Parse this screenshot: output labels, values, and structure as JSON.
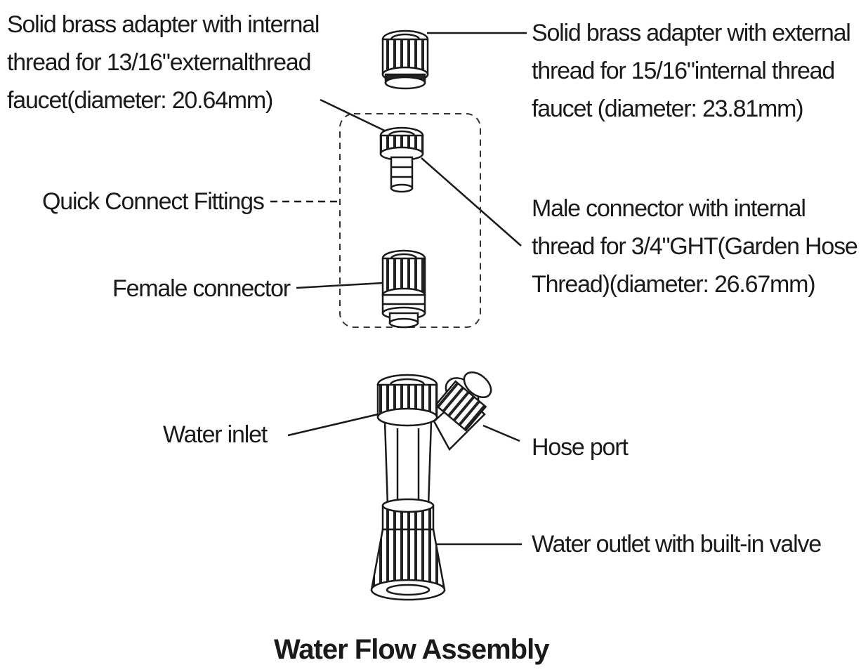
{
  "labels": {
    "internal_adapter": [
      "Solid brass adapter with internal",
      "thread for 13/16\"externalthread",
      "faucet(diameter: 20.64mm)"
    ],
    "external_adapter": [
      "Solid brass adapter with external",
      "thread for 15/16\"internal thread",
      "faucet (diameter: 23.81mm)"
    ],
    "quick_connect": "Quick Connect Fittings",
    "male_connector": [
      "Male connector with internal",
      "thread for 3/4\"GHT(Garden Hose",
      "Thread)(diameter: 26.67mm)"
    ],
    "female_connector": "Female connector",
    "water_inlet": "Water inlet",
    "hose_port": "Hose port",
    "water_outlet": "Water outlet with built-in valve"
  },
  "title": "Water Flow Assembly",
  "colors": {
    "ink": "#1a1a1a",
    "background": "#ffffff"
  },
  "icons": [
    "brass-adapter-external-icon",
    "brass-adapter-internal-icon",
    "female-connector-icon",
    "water-flow-body-icon"
  ]
}
